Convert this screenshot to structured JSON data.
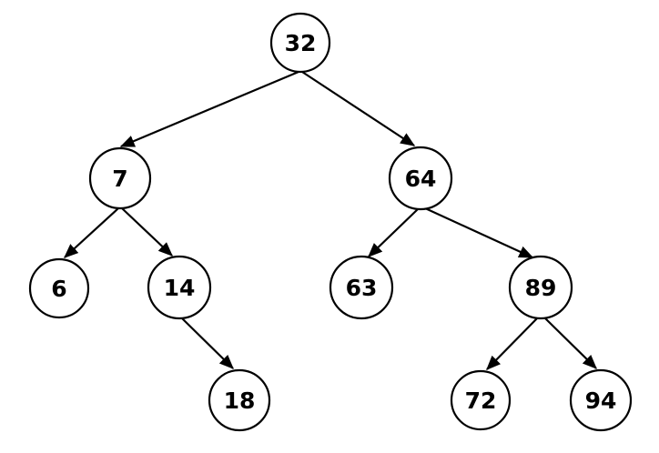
{
  "diagram": {
    "kind": "binary-search-tree",
    "background_color": "#ffffff",
    "stroke_color": "#000000",
    "node_fill_color": "#ffffff",
    "nodes": [
      {
        "id": "32",
        "value": "32"
      },
      {
        "id": "7",
        "value": "7"
      },
      {
        "id": "64",
        "value": "64"
      },
      {
        "id": "6",
        "value": "6"
      },
      {
        "id": "14",
        "value": "14"
      },
      {
        "id": "63",
        "value": "63"
      },
      {
        "id": "89",
        "value": "89"
      },
      {
        "id": "18",
        "value": "18"
      },
      {
        "id": "72",
        "value": "72"
      },
      {
        "id": "94",
        "value": "94"
      }
    ],
    "edges": [
      {
        "from": "32",
        "to": "7"
      },
      {
        "from": "32",
        "to": "64"
      },
      {
        "from": "7",
        "to": "6"
      },
      {
        "from": "7",
        "to": "14"
      },
      {
        "from": "14",
        "to": "18"
      },
      {
        "from": "64",
        "to": "63"
      },
      {
        "from": "64",
        "to": "89"
      },
      {
        "from": "89",
        "to": "72"
      },
      {
        "from": "89",
        "to": "94"
      }
    ]
  }
}
